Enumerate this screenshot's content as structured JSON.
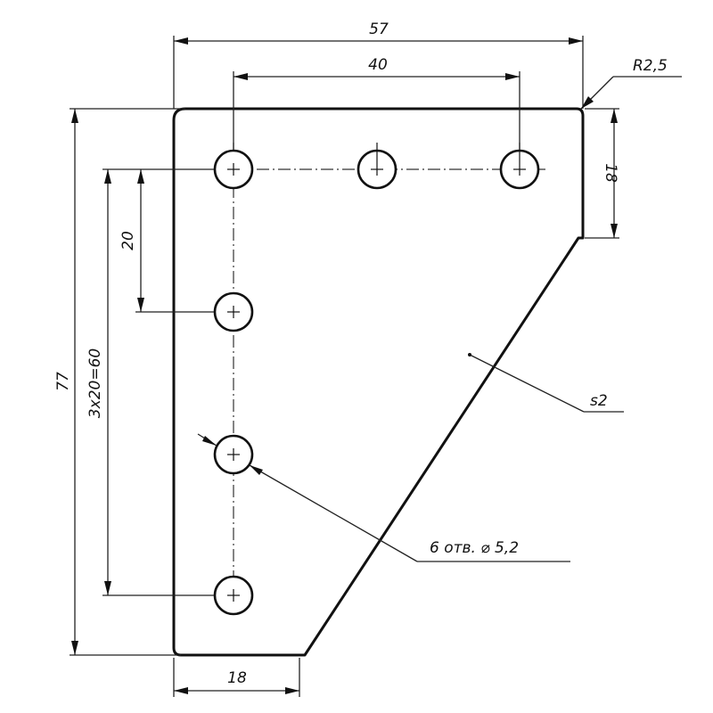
{
  "dimensions": {
    "width_total": "57",
    "hole_spacing_horizontal": "40",
    "corner_radius": "R2,5",
    "height_total": "77",
    "right_edge_height": "18",
    "hole_spacing_vertical_first": "20",
    "hole_spacing_vertical_total": "3x20=60",
    "bottom_edge_width": "18"
  },
  "callouts": {
    "thickness": "s2",
    "holes": "6 отв. ⌀ 5,2"
  },
  "colors": {
    "line": "#111111",
    "background": "#ffffff"
  }
}
